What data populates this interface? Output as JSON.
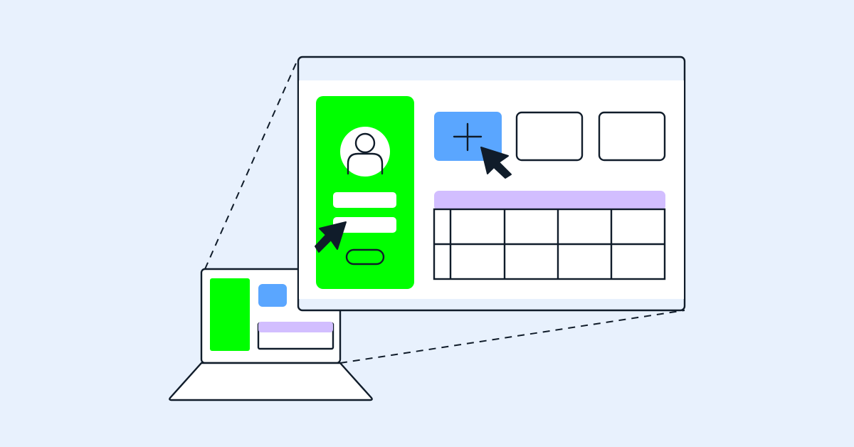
{
  "colors": {
    "background": "#E8F1FD",
    "outline": "#101C2A",
    "window_header": "#E8F1FD",
    "window_body": "#FFFFFF",
    "sidebar_green": "#00FF00",
    "button_blue": "#5AA6FF",
    "table_header_purple": "#D2BEFF",
    "field_white": "#FFFFFF"
  },
  "icons": {
    "avatar": "user-avatar-icon",
    "add": "plus-icon",
    "cursor": "mouse-pointer-arrow-icon"
  },
  "illustration": {
    "laptop": {
      "sidebar": "green-panel",
      "button": "blue-tile",
      "table": "purple-header-table"
    },
    "zoomed_window": {
      "profile_card": {
        "avatar": "user-avatar-icon",
        "fields": 2,
        "button": "pill-outline"
      },
      "tiles": [
        "add-tile",
        "empty-tile",
        "empty-tile"
      ],
      "table": {
        "columns": 4,
        "rows": 2
      }
    }
  }
}
